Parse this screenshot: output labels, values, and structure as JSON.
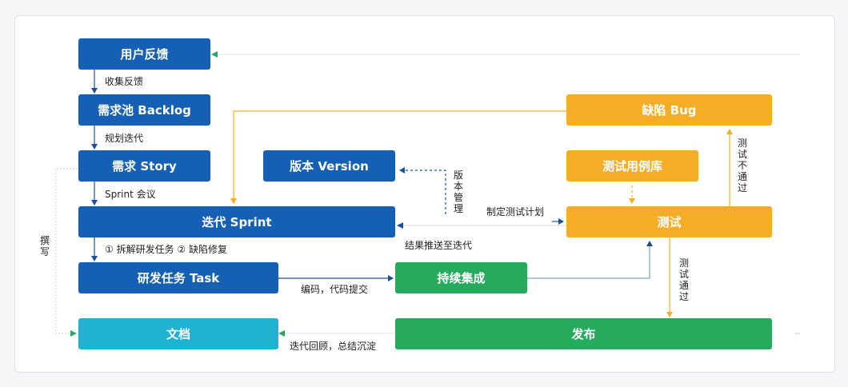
{
  "nodes": {
    "user_feedback": "用户反馈",
    "backlog": "需求池 Backlog",
    "story": "需求 Story",
    "version": "版本 Version",
    "sprint": "迭代 Sprint",
    "task": "研发任务 Task",
    "doc": "文档",
    "bug": "缺陷 Bug",
    "test_case": "测试用例库",
    "test": "测试",
    "ci": "持续集成",
    "release": "发布"
  },
  "labels": {
    "collect_feedback": "收集反馈",
    "plan_iteration": "规划迭代",
    "sprint_meeting": "Sprint 会议",
    "split_tasks": "① 拆解研发任务  ② 缺陷修复",
    "write": "撰写",
    "version_manage": "版本管理",
    "result_push": "结果推送至迭代",
    "make_test_plan": "制定测试计划",
    "test_fail": "测试不通过",
    "test_pass": "测试通过",
    "coding_commit": "编码，代码提交",
    "review": "迭代回顾，总结沉淀"
  },
  "colors": {
    "blue": "#1560b5",
    "cyan": "#1fb3d3",
    "green": "#25aa5e",
    "orange": "#f5ad28",
    "line_blue": "#1a4f9c",
    "line_orange": "#f5ad28",
    "line_green": "#25aa5e",
    "line_gray": "#c9ccd1"
  }
}
